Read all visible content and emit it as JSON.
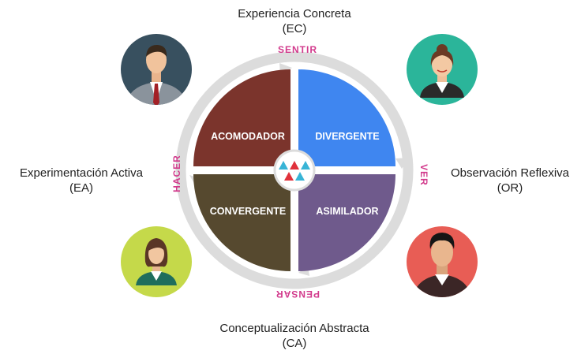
{
  "axes": {
    "top": {
      "line1": "Experiencia Concreta",
      "line2": "(EC)"
    },
    "right": {
      "line1": "Observación Reflexiva",
      "line2": "(OR)"
    },
    "bottom": {
      "line1": "Conceptualización Abstracta",
      "line2": "(CA)"
    },
    "left": {
      "line1": "Experimentación Activa",
      "line2": "(EA)"
    }
  },
  "directions": {
    "top": "SENTIR",
    "right": "VER",
    "bottom": "PENSAR",
    "left": "HACER"
  },
  "quadrants": {
    "top_left": {
      "label": "ACOMODADOR",
      "color": "#7b342c"
    },
    "top_right": {
      "label": "DIVERGENTE",
      "color": "#3f86f0"
    },
    "bottom_right": {
      "label": "ASIMILADOR",
      "color": "#6f5a8c"
    },
    "bottom_left": {
      "label": "CONVERGENTE",
      "color": "#56492f"
    }
  },
  "colors": {
    "ring": "#dcdcdc",
    "accent": "#d23a8c",
    "logo_red": "#e0313b",
    "logo_blue": "#38b4d6"
  },
  "avatars": [
    {
      "name": "businessman",
      "bg": "#38505f"
    },
    {
      "name": "businesswoman",
      "bg": "#2bb59a"
    },
    {
      "name": "woman",
      "bg": "#c5d94a"
    },
    {
      "name": "man",
      "bg": "#e85d55"
    }
  ]
}
